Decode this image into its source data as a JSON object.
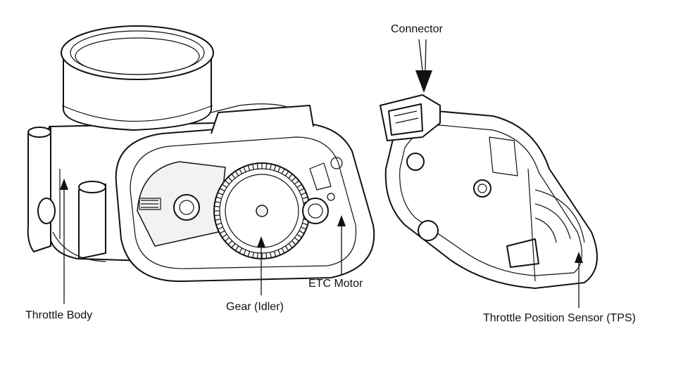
{
  "labels": {
    "connector": "Connector",
    "throttle_body": "Throttle Body",
    "gear_idler": "Gear (Idler)",
    "etc_motor": "ETC Motor",
    "tps": "Throttle Position Sensor (TPS)"
  },
  "colors": {
    "line": "#111111",
    "background": "#ffffff"
  }
}
